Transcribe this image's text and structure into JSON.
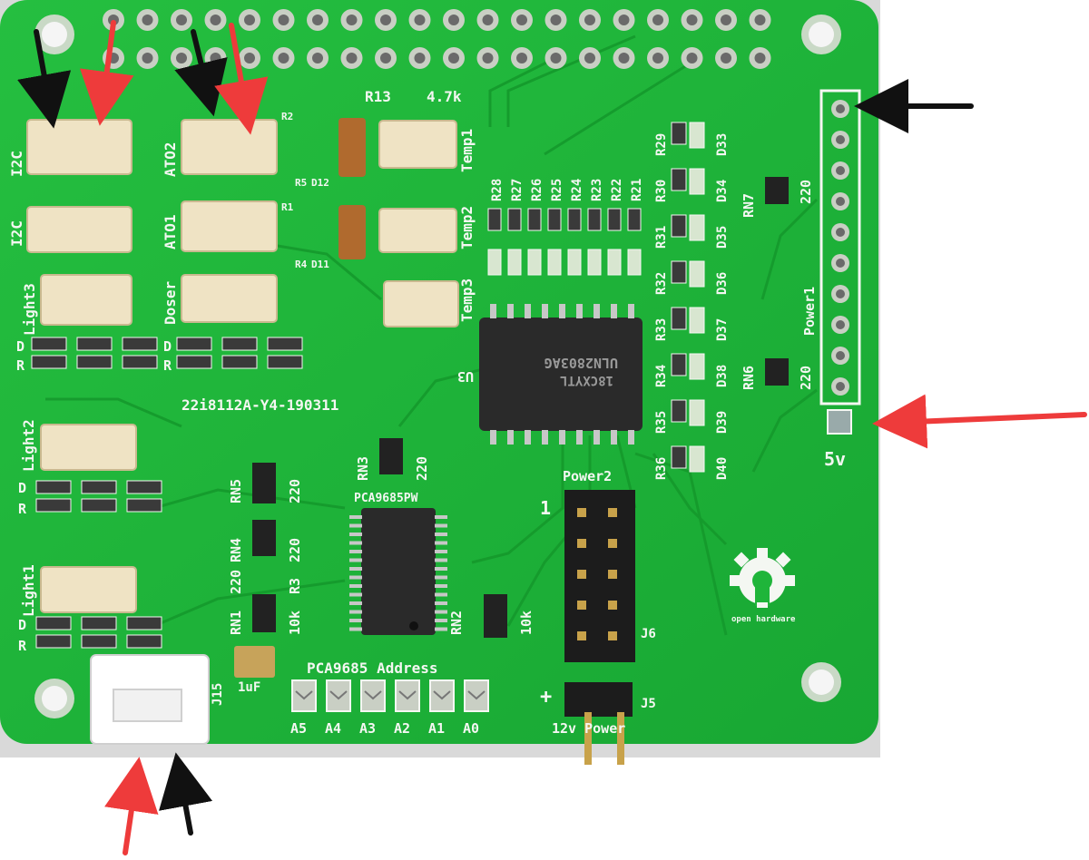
{
  "colors": {
    "board": "#1fb53a",
    "board_dark": "#159a2c",
    "silkscreen": "#f4f7f2",
    "connector": "#efe3c4",
    "arrow_red": "#ee3b3b",
    "arrow_black": "#111111",
    "chip": "#2a2a2a",
    "gold_pin": "#c8a24a"
  },
  "board": {
    "title": "22i8112A-Y4-190311",
    "connectors": {
      "i2c_1": "I2C",
      "i2c_2": "I2C",
      "ato2": "ATO2",
      "ato1": "ATO1",
      "temp1": "Temp1",
      "temp2": "Temp2",
      "temp3": "Temp3",
      "light3": "Light3",
      "doser": "Doser",
      "light2": "Light2",
      "light1": "Light1",
      "j15": "J15"
    },
    "chips": {
      "u3_ref": "U3",
      "u3_text1": "ULN2803AG",
      "u3_text2": "18CXYTL",
      "pca_ref": "PCA9685PW"
    },
    "resistor_networks": {
      "rn7": "RN7",
      "rn6": "RN6",
      "rn3": "RN3",
      "rn5": "RN5",
      "rn4": "RN4",
      "rn1": "RN1",
      "rn2": "RN2",
      "val_220": "220",
      "val_10k": "10k",
      "r3": "R3",
      "r1220": "220"
    },
    "resistor_row_top": [
      "R28",
      "R27",
      "R26",
      "R25",
      "R24",
      "R23",
      "R22",
      "R21"
    ],
    "right_resistors": [
      "R29",
      "R30",
      "R31",
      "R32",
      "R33",
      "R34",
      "R35",
      "R36"
    ],
    "right_leds": [
      "D33",
      "D34",
      "D35",
      "D36",
      "D37",
      "D38",
      "D39",
      "D40"
    ],
    "misc_labels": {
      "r13": "R13",
      "val_4k7": "4.7k",
      "r2": "R2",
      "r5": "R5",
      "d12": "D12",
      "r1": "R1",
      "r4": "R4",
      "d11": "D11",
      "d_lbl": "D",
      "r_lbl": "R",
      "cap": "1uF",
      "power1": "Power1",
      "power2": "Power2",
      "pin1": "1",
      "v5": "5v",
      "j6": "J6",
      "j5": "J5",
      "plus": "+",
      "twelve_v": "12v Power",
      "open_hw": "open hardware"
    },
    "pca_address": {
      "title": "PCA9685 Address",
      "pads": [
        "A5",
        "A4",
        "A3",
        "A2",
        "A1",
        "A0"
      ]
    }
  },
  "annotations": {
    "arrows": [
      {
        "color": "black",
        "target": "I2C-1 connector pin"
      },
      {
        "color": "red",
        "target": "I2C-1 connector pin"
      },
      {
        "color": "black",
        "target": "ATO2 connector pin"
      },
      {
        "color": "red",
        "target": "ATO2 connector pin"
      },
      {
        "color": "black",
        "target": "Power1 top pin"
      },
      {
        "color": "red",
        "target": "Power1 5v pin"
      },
      {
        "color": "red",
        "target": "J15 pin"
      },
      {
        "color": "black",
        "target": "J15 pin"
      }
    ]
  }
}
